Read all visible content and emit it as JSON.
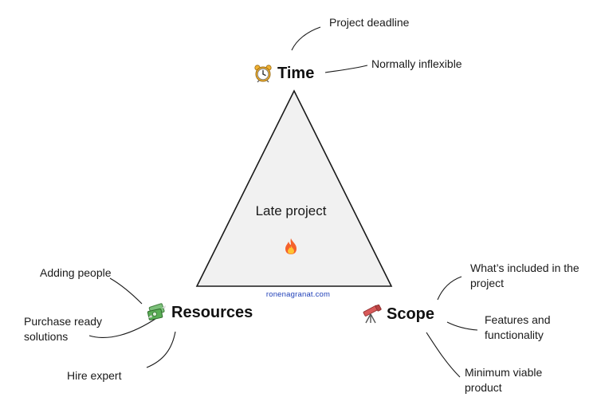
{
  "triangle": {
    "center_label": "Late project",
    "center_icon": "fire-icon",
    "fill_color": "#f1f1f1",
    "stroke_color": "#1a1a1a"
  },
  "watermark": "ronenagranat.com",
  "watermark_color": "#2040b8",
  "vertices": {
    "time": {
      "label": "Time",
      "icon": "alarm-clock-icon",
      "notes": [
        "Project deadline",
        "Normally inflexible"
      ]
    },
    "resources": {
      "label": "Resources",
      "icon": "money-icon",
      "notes": [
        "Adding people",
        "Purchase ready",
        "solutions",
        "Hire expert"
      ]
    },
    "scope": {
      "label": "Scope",
      "icon": "telescope-icon",
      "notes": [
        "What’s included in the",
        "project",
        "Features and",
        "functionality",
        "Minimum viable",
        "product"
      ]
    }
  }
}
